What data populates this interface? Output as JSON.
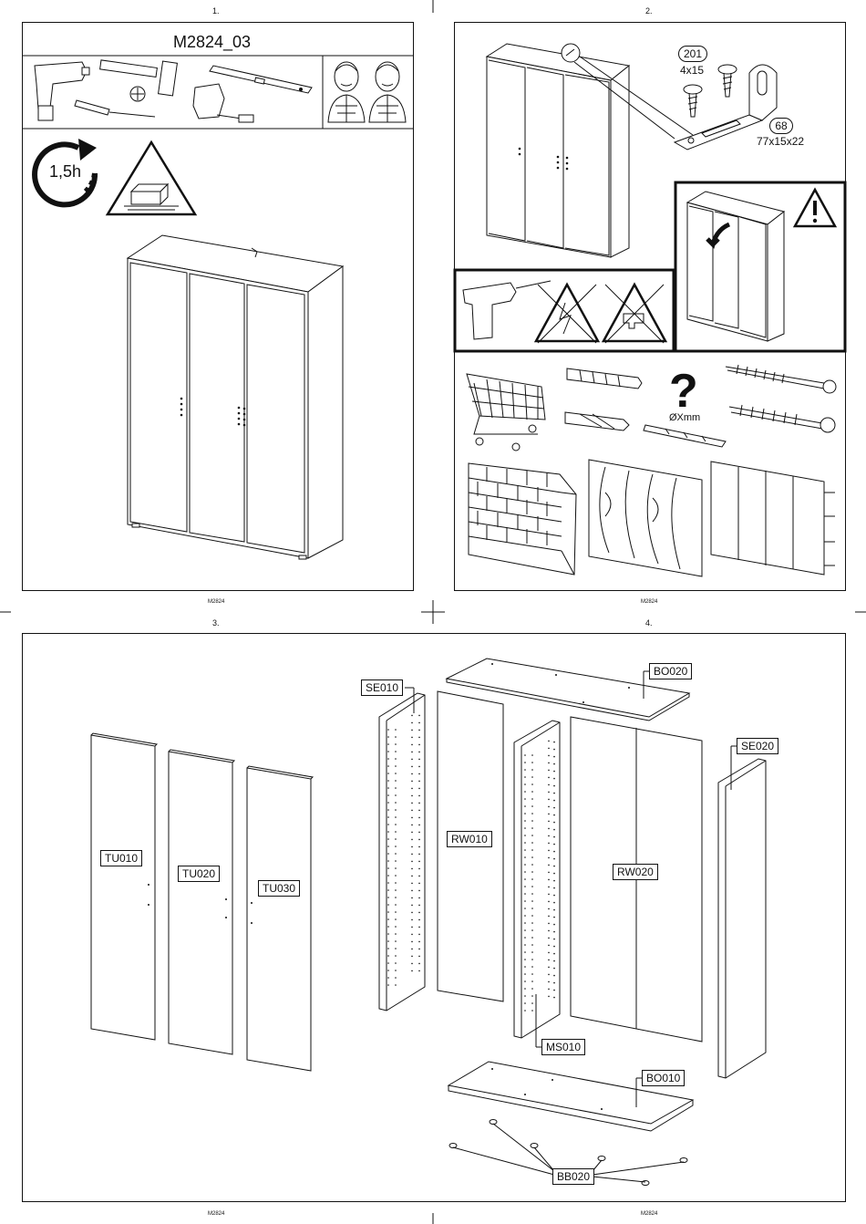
{
  "page_numbers": {
    "p1": "1.",
    "p2": "2.",
    "p3": "3.",
    "p4": "4."
  },
  "footer": {
    "left_top": "M2824",
    "right_top": "M2824",
    "left_bottom": "M2824",
    "right_bottom": "M2824"
  },
  "page1": {
    "model_code": "M2824_03",
    "time_estimate": "1,5h",
    "icons": [
      "drill-icon",
      "hammer-icon",
      "phillips-screwdriver-icon",
      "level-icon",
      "tape-measure-icon",
      "person-icon"
    ]
  },
  "page2": {
    "screw_part": {
      "number": "201",
      "size": "4x15"
    },
    "bracket_part": {
      "number": "68",
      "size": "77x15x22"
    },
    "drill_size": "ØXmm",
    "icons": [
      "warning-icon",
      "shopping-cart-icon",
      "wall-plug-icon",
      "question-mark-icon",
      "drill-bit-icon",
      "screw-icon",
      "brick-wall-icon",
      "wood-wall-icon",
      "panel-wall-icon"
    ]
  },
  "parts": {
    "doors": [
      "TU010",
      "TU020",
      "TU030"
    ],
    "side_left": "SE010",
    "back_left": "RW010",
    "middle": "MS010",
    "back_right": "RW020",
    "side_right": "SE020",
    "top": "BO020",
    "bottom": "BO010",
    "feet": "BB020"
  }
}
